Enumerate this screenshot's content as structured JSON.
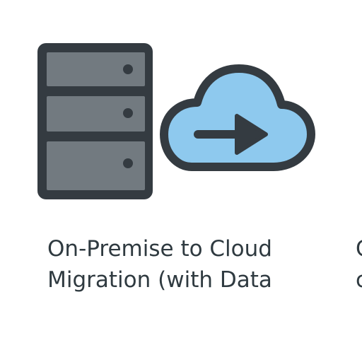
{
  "caption": {
    "line1": "On-Premise to Cloud",
    "line2": "Migration (with Data"
  },
  "clipped_caption": {
    "line1": "C",
    "line2": "c"
  },
  "colors": {
    "outline": "#343b41",
    "server_fill": "#727a80",
    "cloud_fill": "#8ec9ee",
    "text": "#2f3a40",
    "background": "#ffffff"
  },
  "icons": [
    "server-icon",
    "cloud-upload-icon",
    "arrow-right-icon"
  ]
}
